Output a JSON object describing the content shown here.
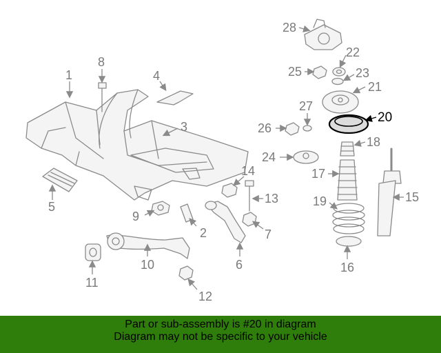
{
  "diagram": {
    "callouts": [
      "1",
      "2",
      "3",
      "4",
      "5",
      "6",
      "7",
      "8",
      "9",
      "10",
      "11",
      "12",
      "13",
      "14",
      "15",
      "16",
      "17",
      "18",
      "19",
      "20",
      "21",
      "22",
      "23",
      "24",
      "25",
      "26",
      "27",
      "28"
    ],
    "highlighted_callout": "20"
  },
  "banner": {
    "line1": "Part or sub-assembly is #20 in diagram",
    "line2": "Diagram may not be specific to your vehicle",
    "color": "#2f7d0a"
  }
}
